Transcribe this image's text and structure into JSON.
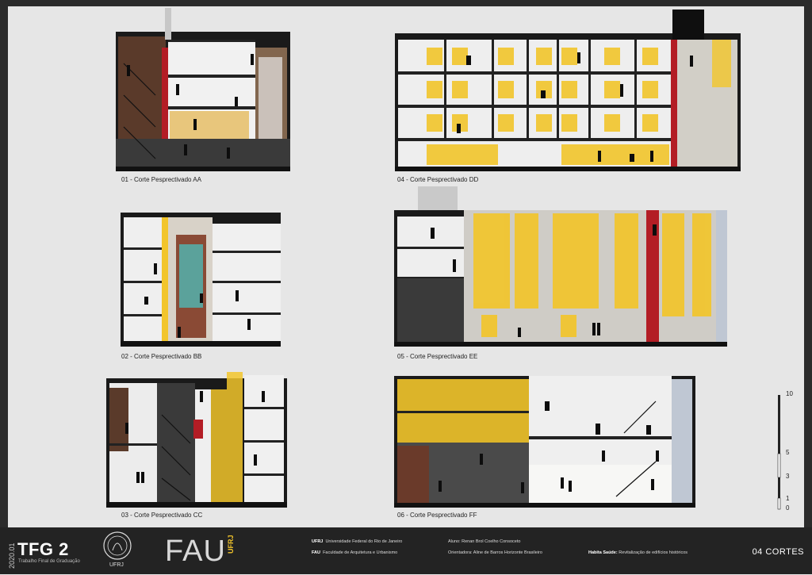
{
  "sections": [
    {
      "id": "aa",
      "caption": "01 - Corte Pesprectivado AA"
    },
    {
      "id": "bb",
      "caption": "02 - Corte Pesprectivado BB"
    },
    {
      "id": "cc",
      "caption": "03 - Corte Pesprectivado CC"
    },
    {
      "id": "dd",
      "caption": "04 - Corte Pesprectivado DD"
    },
    {
      "id": "ee",
      "caption": "05 - Corte Pesprectivado EE"
    },
    {
      "id": "ff",
      "caption": "06 - Corte Pesprectivado FF"
    }
  ],
  "scale": {
    "labels": [
      "10",
      "5",
      "3",
      "1",
      "0"
    ]
  },
  "footer": {
    "year": "2020.01",
    "tfg": "TFG 2",
    "tfg_sub": "Trabalho Final de Graduação",
    "seal_text": "UFRJ",
    "fau_logo": "FAU",
    "fau_logo_sub": "UFRJ",
    "inst1_abbr": "UFRJ",
    "inst1_name": "Universidade Federal do Rio de Janeiro",
    "inst2_abbr": "FAU",
    "inst2_name": "Faculdade de Arquitetura e Urbanismo",
    "student": "Aluno: Renan Brol Coelho Consoceto",
    "advisor": "Orientadora: Aline de Barros Horizonte Brasileiro",
    "project_label": "Habita Saúde:",
    "project_desc": "Revitalização de edifícios históricos",
    "sheet_title": "04 CORTES"
  },
  "colors": {
    "background": "#e6e6e6",
    "footer": "#232323",
    "window_glow": "#f2c52b",
    "structure": "#151515",
    "brick": "#8a4a35"
  }
}
